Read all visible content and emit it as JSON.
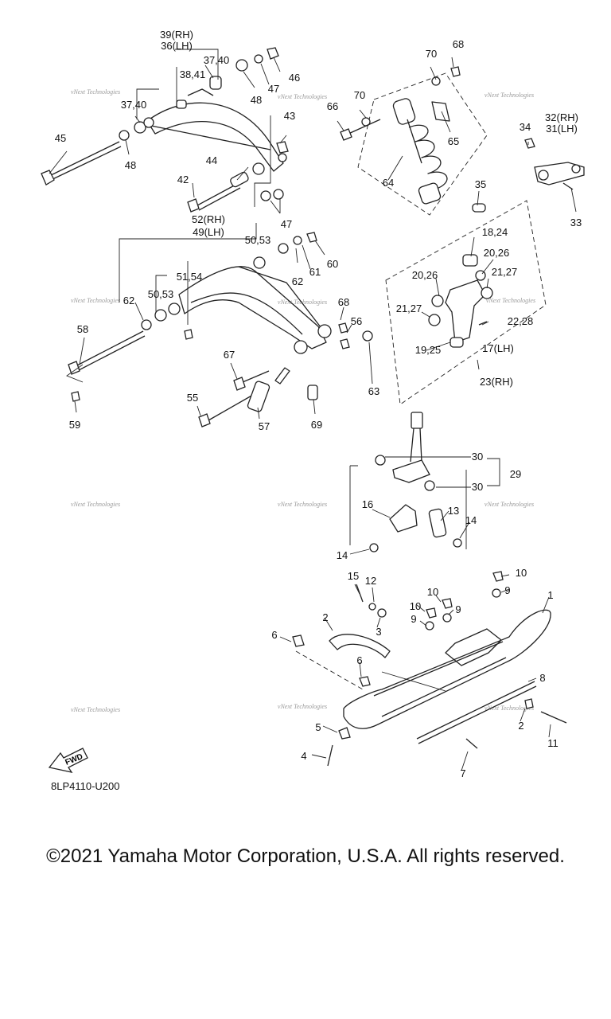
{
  "diagram": {
    "code": "8LP4110-U200",
    "fwd_label": "FWD",
    "watermark": "vNext Technologies",
    "copyright": "©2021 Yamaha Motor Corporation, U.S.A. All rights reserved.",
    "callouts": [
      "39(RH)",
      "36(LH)",
      "37,40",
      "38,41",
      "37,40",
      "46",
      "47",
      "48",
      "48",
      "45",
      "43",
      "44",
      "42",
      "47",
      "70",
      "68",
      "70",
      "66",
      "65",
      "64",
      "34",
      "32(RH)",
      "31(LH)",
      "33",
      "35",
      "52(RH)",
      "49(LH)",
      "50,53",
      "60",
      "61",
      "62",
      "51,54",
      "50,53",
      "62",
      "18,24",
      "20,26",
      "20,26",
      "21,27",
      "21,27",
      "22,28",
      "68",
      "56",
      "58",
      "19,25",
      "17(LH)",
      "23(RH)",
      "67",
      "63",
      "55",
      "57",
      "69",
      "59",
      "30",
      "29",
      "30",
      "16",
      "13",
      "14",
      "14",
      "15",
      "12",
      "10",
      "10",
      "10",
      "9",
      "9",
      "9",
      "1",
      "2",
      "3",
      "6",
      "6",
      "8",
      "2",
      "11",
      "5",
      "4",
      "7"
    ]
  }
}
